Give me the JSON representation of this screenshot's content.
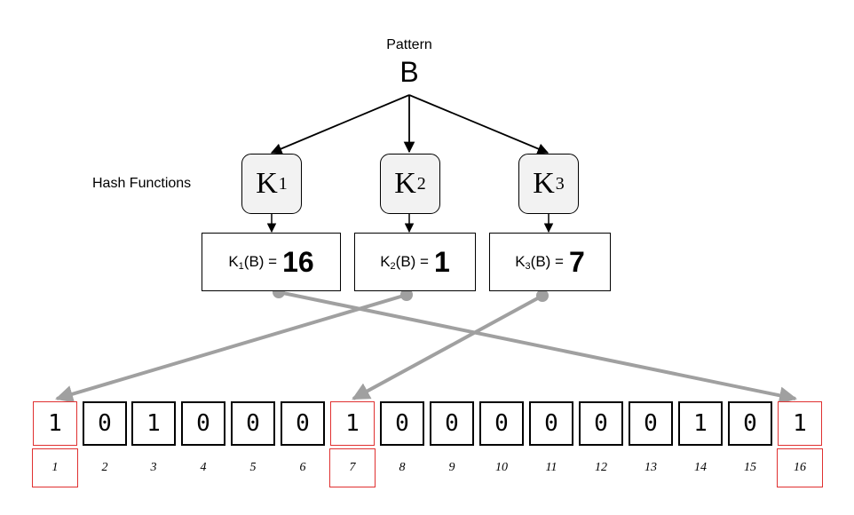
{
  "pattern": {
    "label": "Pattern",
    "letter": "B"
  },
  "hash_functions_label": "Hash Functions",
  "hash_functions": [
    {
      "name": "K",
      "sub": "1",
      "expr_sub": "1",
      "arg": "(B) =",
      "value": "16"
    },
    {
      "name": "K",
      "sub": "2",
      "expr_sub": "2",
      "arg": "(B) =",
      "value": "1"
    },
    {
      "name": "K",
      "sub": "3",
      "expr_sub": "3",
      "arg": "(B) =",
      "value": "7"
    }
  ],
  "bit_array": {
    "bits": [
      "1",
      "0",
      "1",
      "0",
      "0",
      "0",
      "1",
      "0",
      "0",
      "0",
      "0",
      "0",
      "0",
      "1",
      "0",
      "1"
    ],
    "indices": [
      "1",
      "2",
      "3",
      "4",
      "5",
      "6",
      "7",
      "8",
      "9",
      "10",
      "11",
      "12",
      "13",
      "14",
      "15",
      "16"
    ],
    "highlighted_indices": [
      1,
      7,
      16
    ]
  },
  "colors": {
    "arrow_black": "#000000",
    "arrow_gray": "#a0a0a0",
    "highlight": "#e03030",
    "hash_box_fill": "#f2f2f2"
  }
}
